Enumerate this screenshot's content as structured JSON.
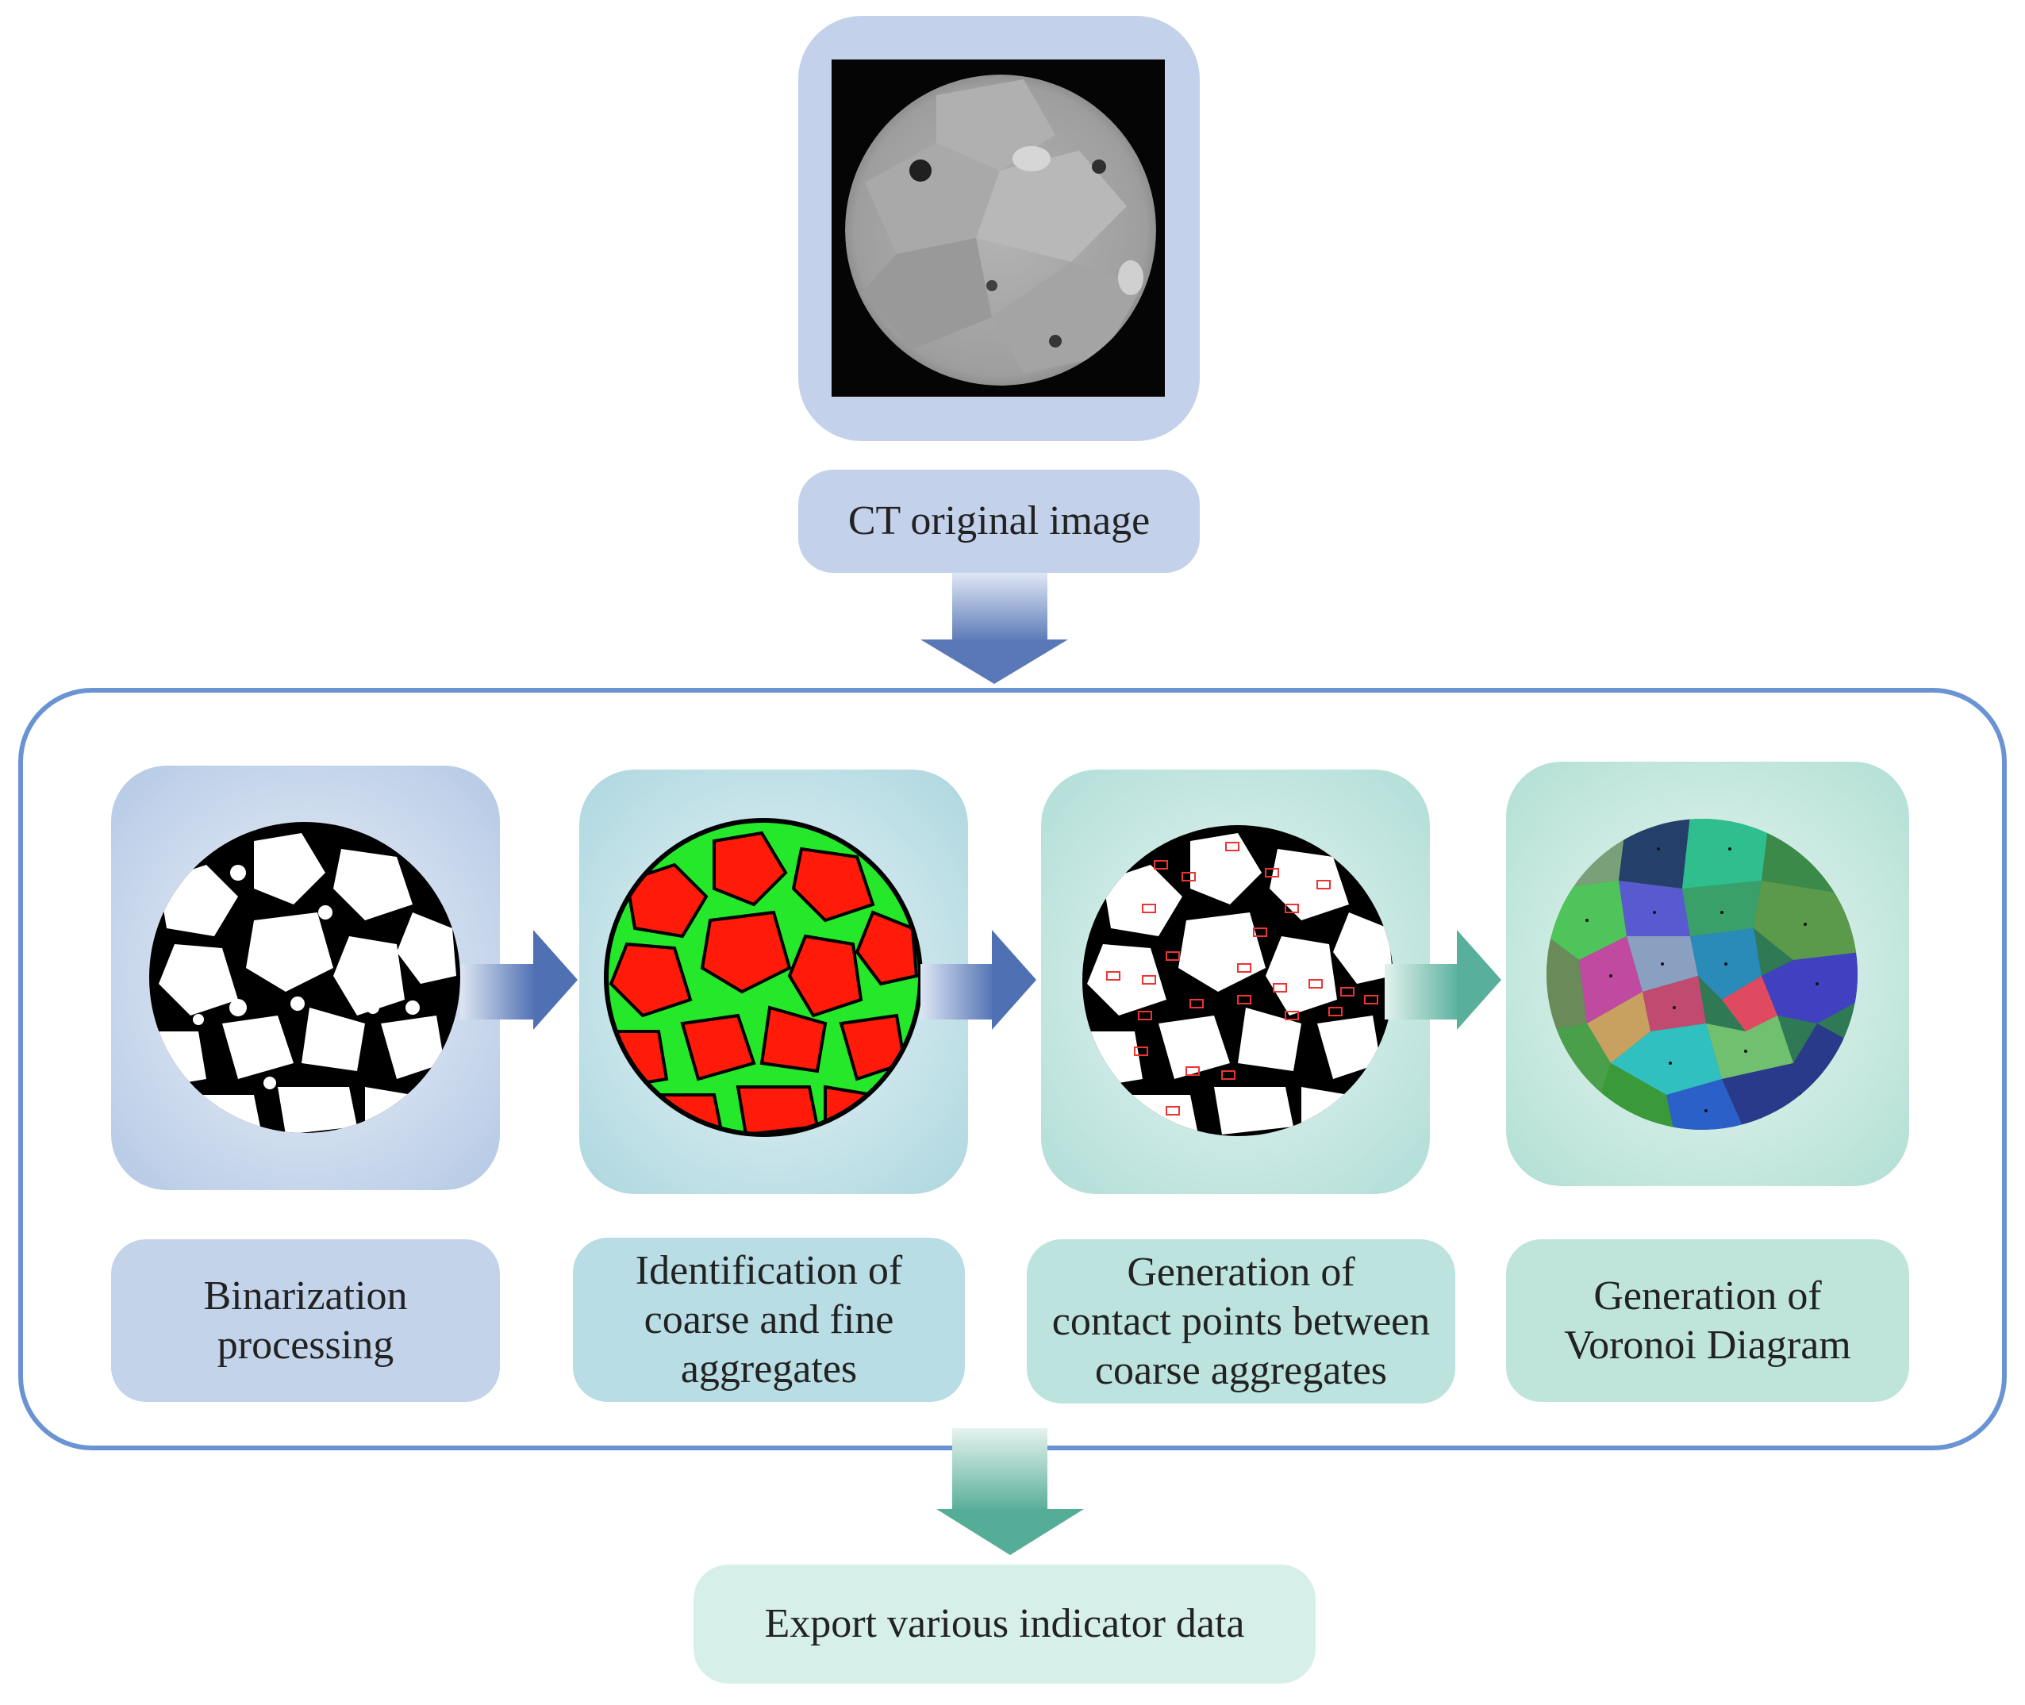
{
  "top": {
    "label": "CT original image"
  },
  "steps": [
    {
      "id": "binarization",
      "label": "Binarization\nprocessing"
    },
    {
      "id": "identification",
      "label": "Identification of\ncoarse and fine\naggregates"
    },
    {
      "id": "contact",
      "label": "Generation of\ncontact points between\ncoarse aggregates"
    },
    {
      "id": "voronoi",
      "label": "Generation of\nVoronoi Diagram"
    }
  ],
  "bottom": {
    "label": "Export various indicator data"
  },
  "colors": {
    "frame": "#6a93d3",
    "tile_blue": "#c2d3ea",
    "tile_teal1": "#b9dde4",
    "tile_teal2": "#bde3df",
    "tile_green": "#bfe5db",
    "arrow_blue": "#5878b8",
    "arrow_teal": "#5fb3a0",
    "coarse": "#ff1a0a",
    "fine": "#25e82a"
  }
}
